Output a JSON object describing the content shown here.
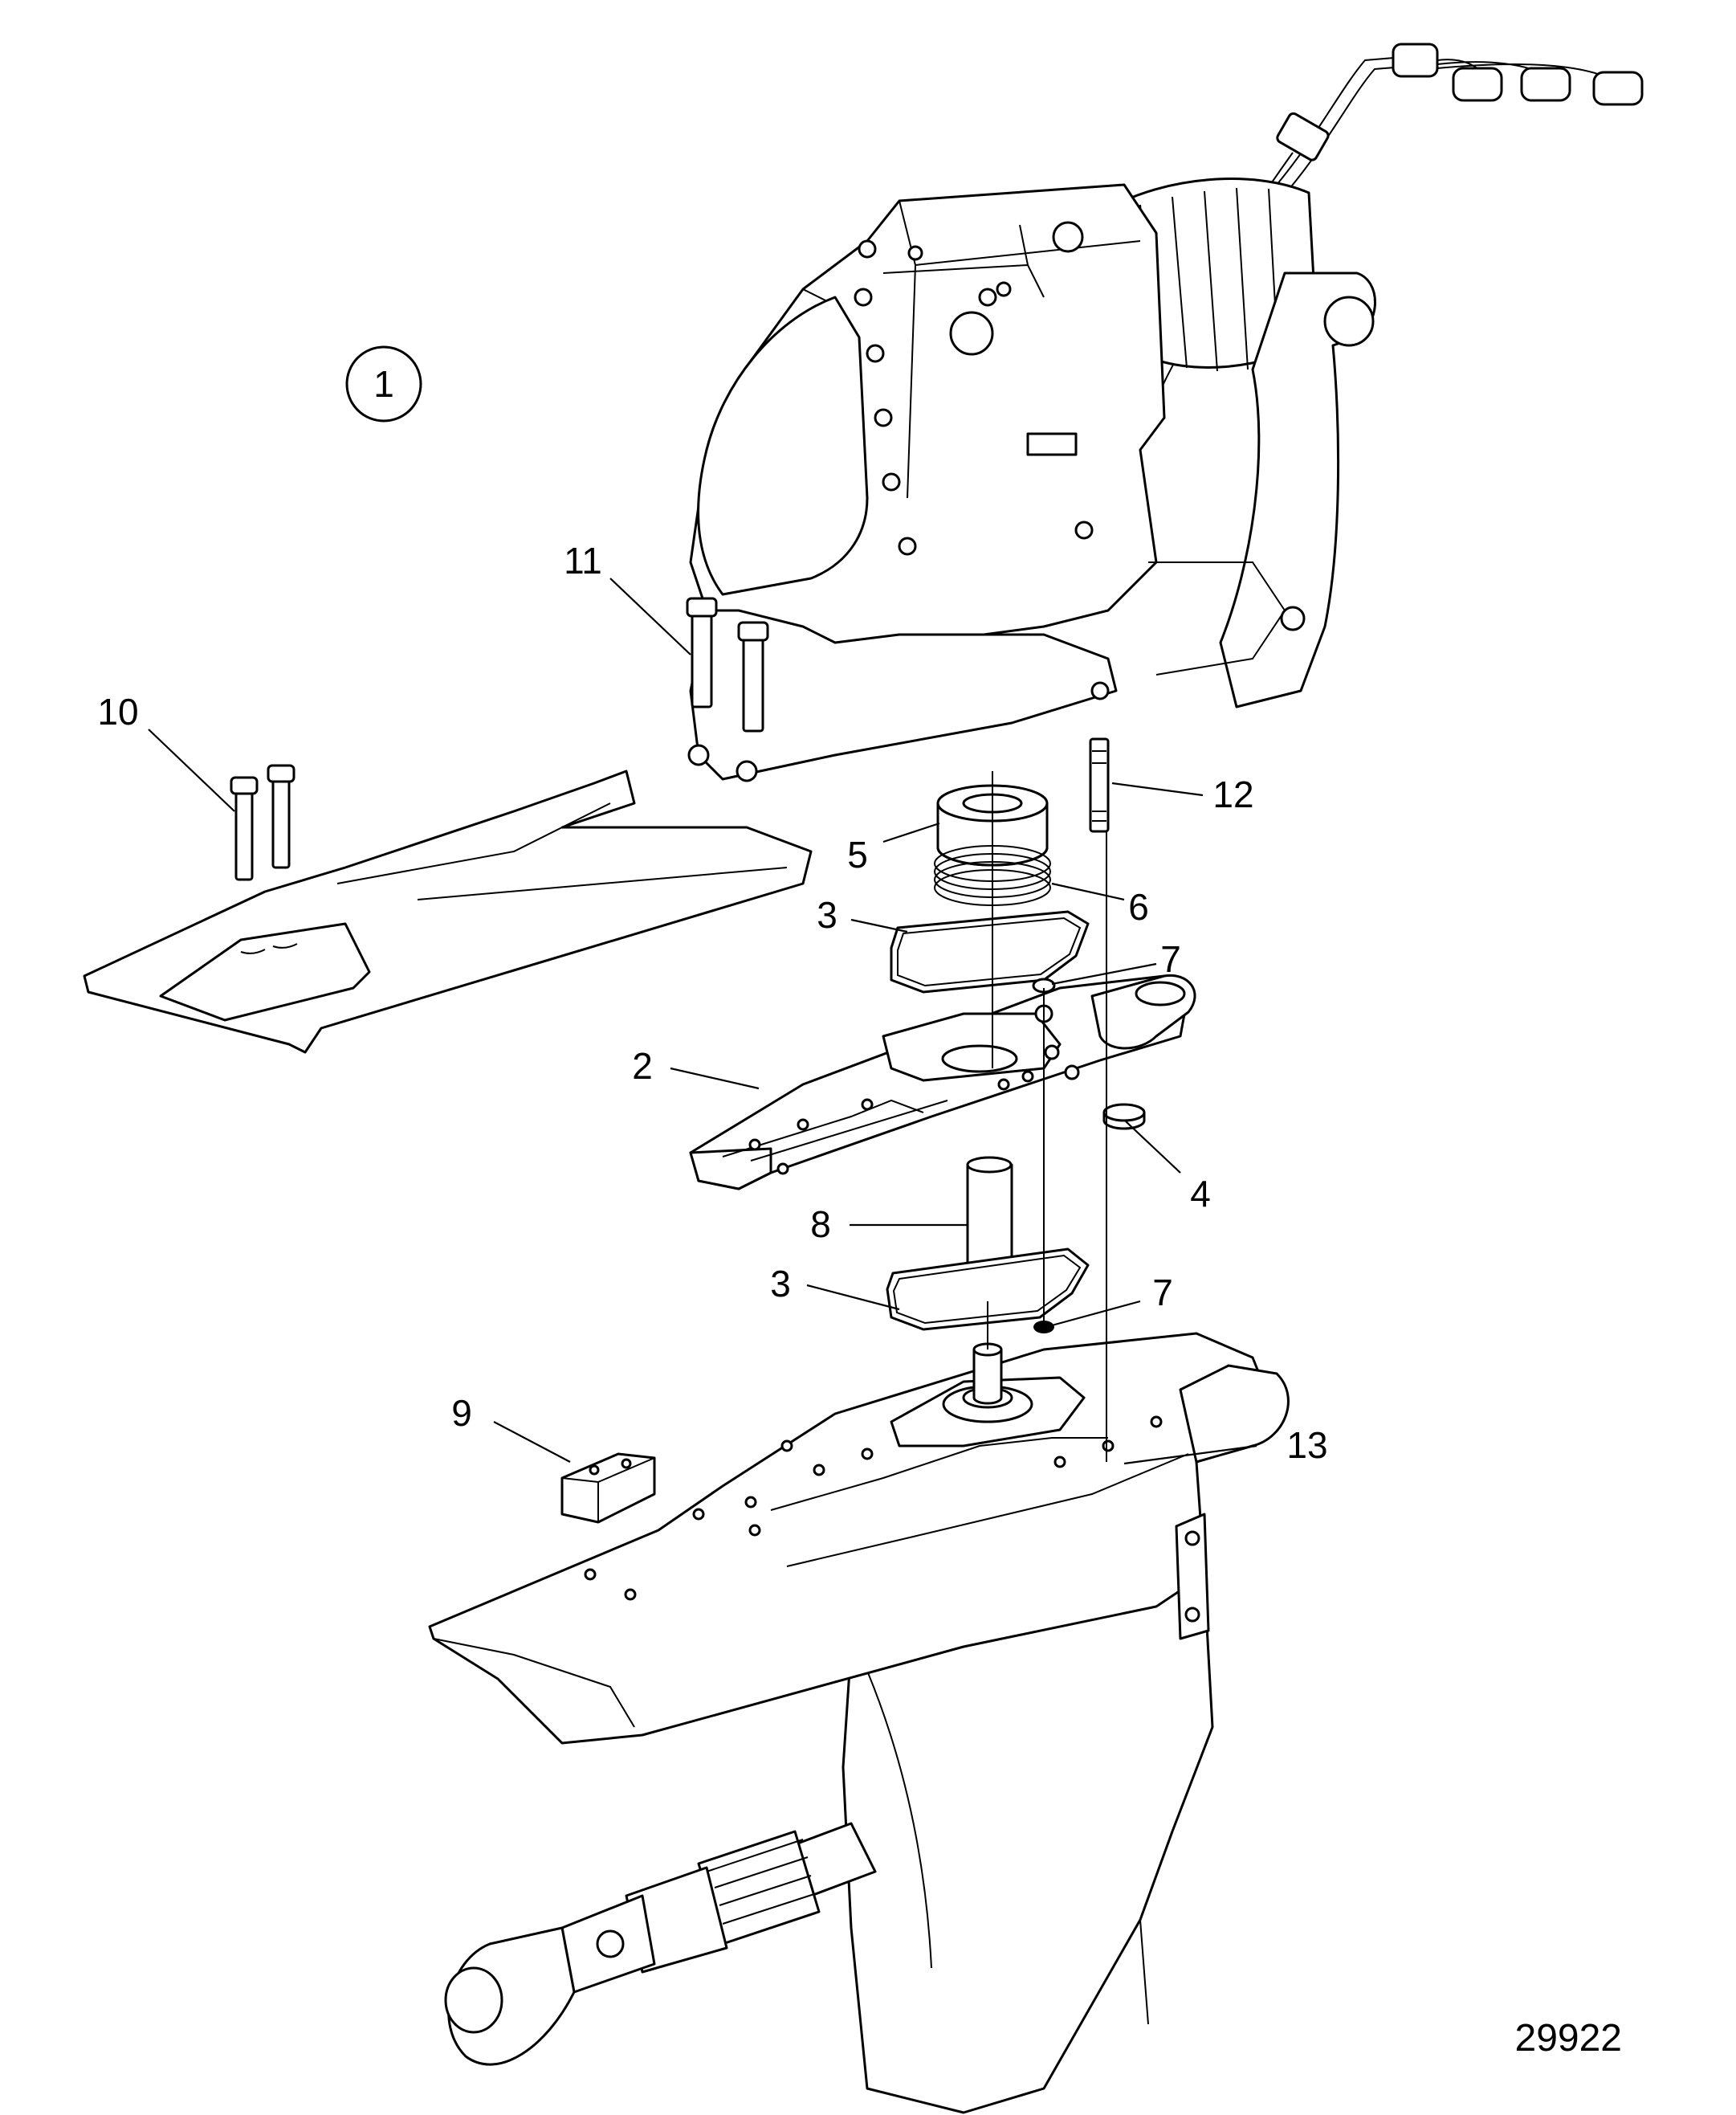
{
  "diagram": {
    "view_number": "1",
    "reference_number": "29922",
    "callouts": [
      "11",
      "10",
      "12",
      "5",
      "6",
      "3",
      "7",
      "2",
      "4",
      "8",
      "3",
      "7",
      "9",
      "13"
    ]
  }
}
